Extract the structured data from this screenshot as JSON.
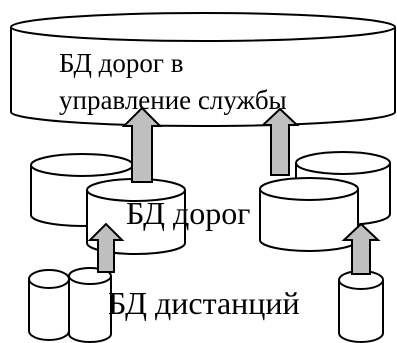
{
  "labels": {
    "top_line1": "БД дорог в",
    "top_line2": "управление службы",
    "roads_db": "БД дорог",
    "distances_db": "БД дистанций"
  },
  "colors": {
    "stroke": "#000000",
    "fill": "#ffffff",
    "arrow_fill": "#bfbfbf"
  }
}
